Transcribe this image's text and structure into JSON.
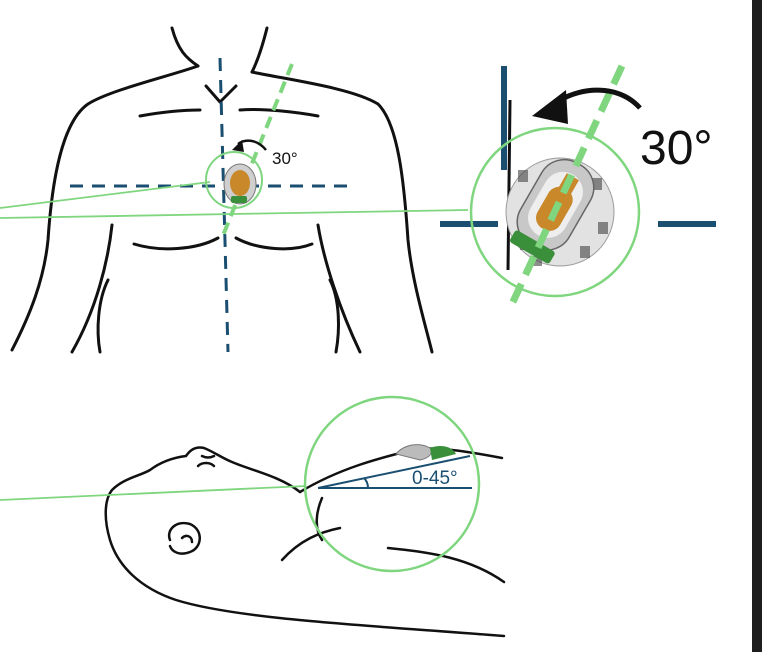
{
  "front_view": {
    "angle_label": "30°"
  },
  "zoom_view": {
    "angle_label": "30°"
  },
  "side_view": {
    "angle_label": "0-45°"
  },
  "colors": {
    "outline": "#111111",
    "guide_green": "#7fd67f",
    "axis_blue": "#1b4f72",
    "device_orange": "#c9882a",
    "device_green": "#3a8f3a",
    "dark_panel": "#1e1e1e"
  }
}
